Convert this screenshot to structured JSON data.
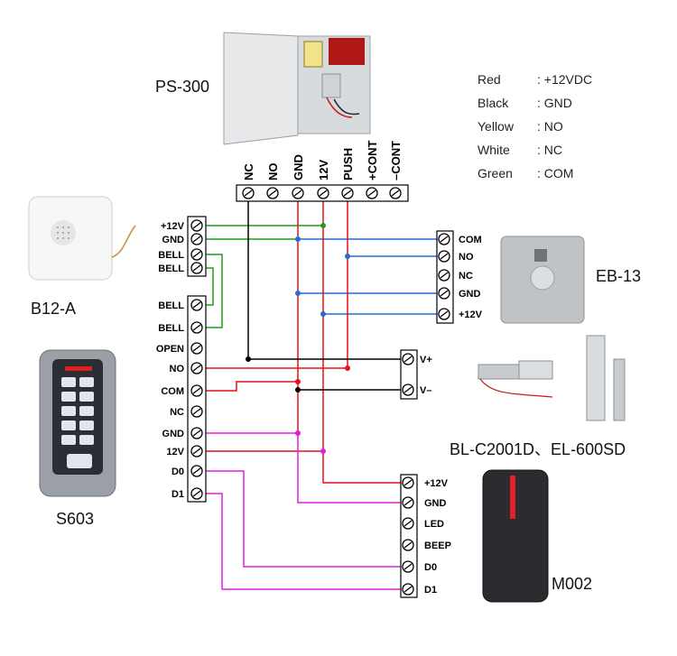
{
  "devices": {
    "power_supply": "PS-300",
    "bell": "B12-A",
    "keypad": "S603",
    "exit_button": "EB-13",
    "locks": "BL-C2001D、EL-600SD",
    "reader": "M002"
  },
  "legend": [
    {
      "color": "Red",
      "meaning": ": +12VDC"
    },
    {
      "color": "Black",
      "meaning": ": GND"
    },
    {
      "color": "Yellow",
      "meaning": ": NO"
    },
    {
      "color": "White",
      "meaning": ": NC"
    },
    {
      "color": "Green",
      "meaning": ": COM"
    }
  ],
  "ps_terminals": [
    "NC",
    "NO",
    "GND",
    "12V",
    "PUSH",
    "+CONT",
    "–CONT"
  ],
  "bell_terminals": [
    "+12V",
    "GND",
    "BELL",
    "BELL"
  ],
  "keypad_terminals": [
    "BELL",
    "BELL",
    "OPEN",
    "NO",
    "COM",
    "NC",
    "GND",
    "12V",
    "D0",
    "D1"
  ],
  "exit_terminals": [
    "COM",
    "NO",
    "NC",
    "GND",
    "+12V"
  ],
  "lock_terminals": [
    "V+",
    "V–"
  ],
  "reader_terminals": [
    "+12V",
    "GND",
    "LED",
    "BEEP",
    "D0",
    "D1"
  ],
  "wire_colors": {
    "green": "#1aa11a",
    "blue": "#1f6fd6",
    "red": "#e8101a",
    "black": "#000000",
    "magenta": "#e020d8"
  }
}
